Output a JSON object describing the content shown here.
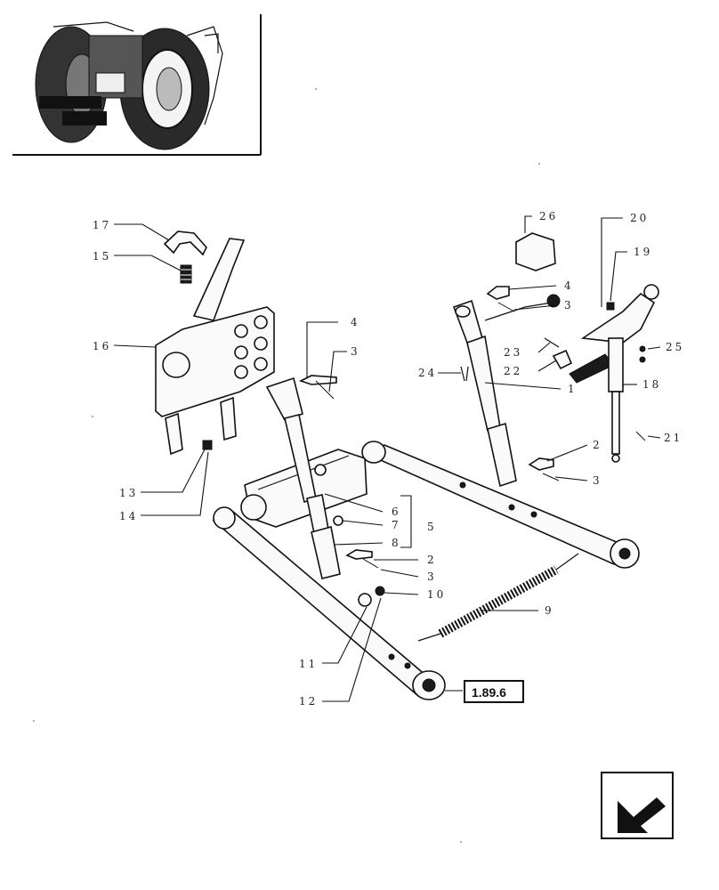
{
  "callouts": {
    "c17": "17",
    "c15": "15",
    "c16": "16",
    "c13": "13",
    "c14": "14",
    "c4a": "4",
    "c3a": "3",
    "c6": "6",
    "c7": "7",
    "c8": "8",
    "c5": "5",
    "c2a": "2",
    "c3b": "3",
    "c10": "10",
    "c11": "11",
    "c12": "12",
    "c9": "9",
    "c26": "26",
    "c20": "20",
    "c19": "19",
    "c4b": "4",
    "c3c": "3",
    "c23": "23",
    "c22": "22",
    "c24": "24",
    "c1": "1",
    "c18": "18",
    "c25": "25",
    "c21": "21",
    "c2b": "2",
    "c3d": "3"
  },
  "reference_box": "1.89.6",
  "icons": {
    "thumbnail": "tractor-rear-thumbnail",
    "nav": "back-arrow-icon"
  }
}
